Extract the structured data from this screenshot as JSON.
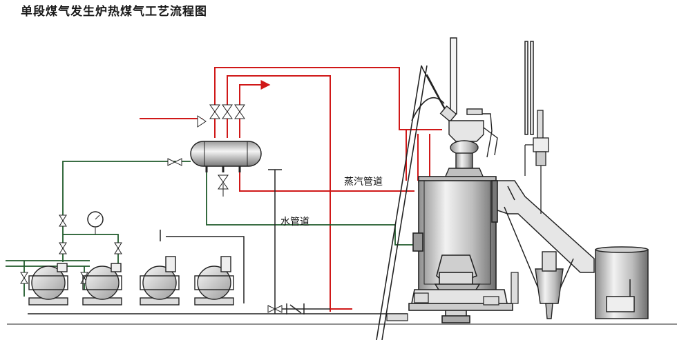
{
  "title": "单段煤气发生炉热煤气工艺流程图",
  "labels": {
    "steam_pipe": "蒸汽管道",
    "water_pipe": "水管道"
  },
  "colors": {
    "steam_line": "#d01818",
    "water_line": "#1f5a2a",
    "equipment": "#222222",
    "vessel_fill": "#c9c9c9"
  },
  "icons": [
    "valve-icon",
    "check-valve-icon",
    "pressure-gauge-icon",
    "pump-icon"
  ]
}
